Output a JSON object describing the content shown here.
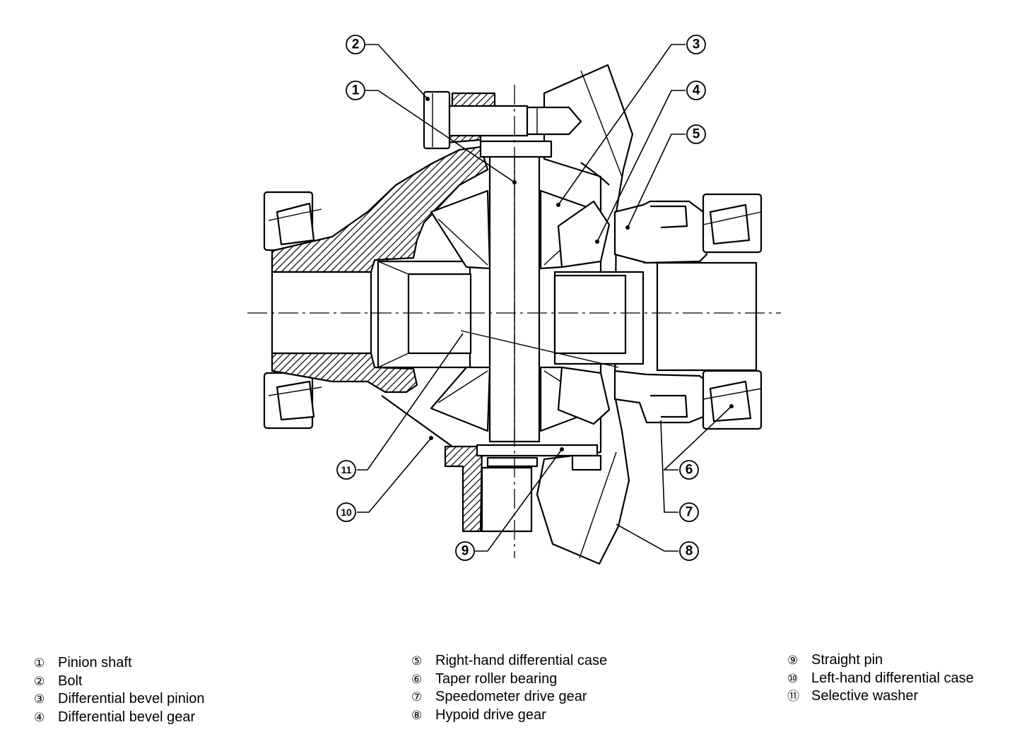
{
  "callouts": [
    {
      "num": "1",
      "label": "Pinion shaft"
    },
    {
      "num": "2",
      "label": "Bolt"
    },
    {
      "num": "3",
      "label": "Differential bevel pinion"
    },
    {
      "num": "4",
      "label": "Differential bevel gear"
    },
    {
      "num": "5",
      "label": "Right-hand differential case"
    },
    {
      "num": "6",
      "label": "Taper roller bearing"
    },
    {
      "num": "7",
      "label": "Speedometer drive gear"
    },
    {
      "num": "8",
      "label": "Hypoid drive gear"
    },
    {
      "num": "9",
      "label": "Straight pin"
    },
    {
      "num": "10",
      "label": "Left-hand differential case"
    },
    {
      "num": "11",
      "label": "Selective washer"
    }
  ],
  "legend_markers": [
    "①",
    "②",
    "③",
    "④",
    "⑤",
    "⑥",
    "⑦",
    "⑧",
    "⑨",
    "⑩",
    "⑪"
  ]
}
